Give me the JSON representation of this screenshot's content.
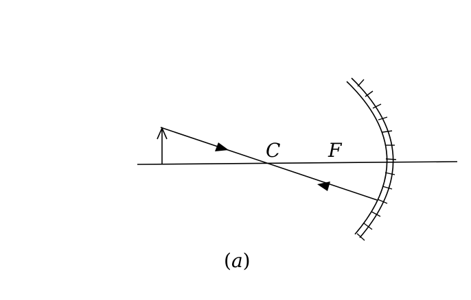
{
  "diagram": {
    "labels": {
      "center": "C",
      "focus": "F"
    },
    "caption": {
      "open": "(",
      "letter": "a",
      "close": ")"
    },
    "colors": {
      "ink": "#000000",
      "background": "#ffffff"
    }
  }
}
